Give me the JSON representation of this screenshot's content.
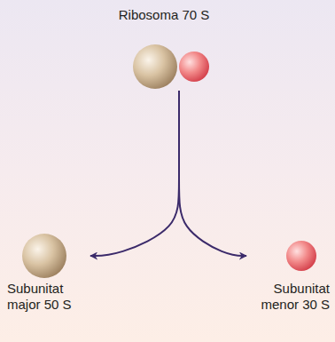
{
  "diagram": {
    "nodes": [
      {
        "text": [
          "Ribosoma 70 S"
        ]
      },
      {
        "text": [
          "Subunitat major 50 S"
        ]
      },
      {
        "text": [
          "Subunitat menor 30 S"
        ]
      }
    ],
    "edges": [
      {
        "from": 0,
        "to": 1,
        "arrow": "to"
      },
      {
        "from": 0,
        "to": 2,
        "arrow": "to"
      }
    ]
  }
}
